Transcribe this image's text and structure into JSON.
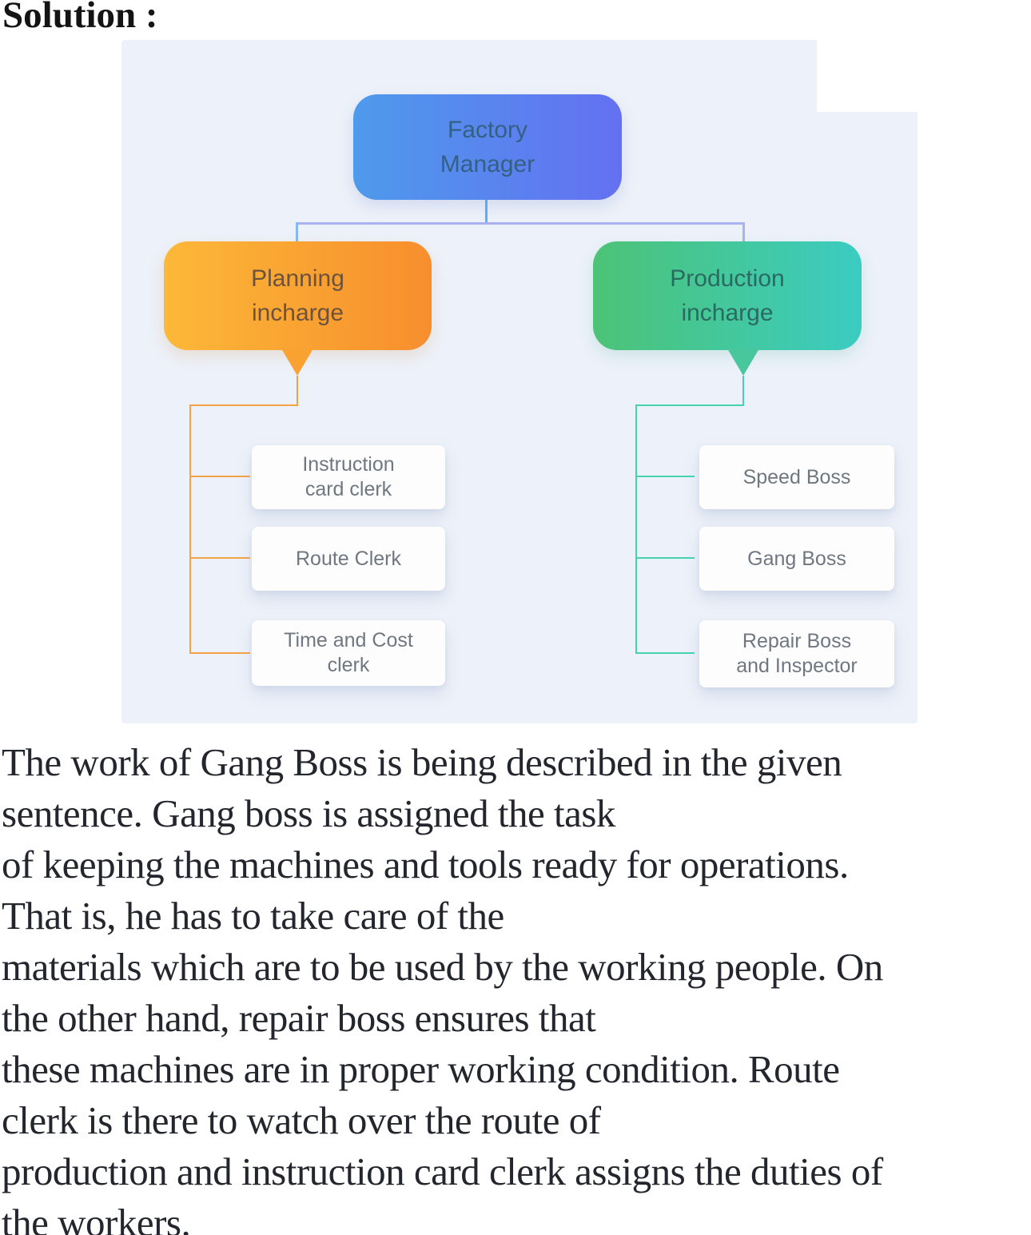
{
  "heading": "Solution :",
  "diagram": {
    "type": "org-chart",
    "root": {
      "label": "Factory\nManager"
    },
    "planning": {
      "label": "Planning\nincharge",
      "children": [
        {
          "label": "Instruction\ncard clerk"
        },
        {
          "label": "Route Clerk"
        },
        {
          "label": "Time and Cost\nclerk"
        }
      ]
    },
    "production": {
      "label": "Production\nincharge",
      "children": [
        {
          "label": "Speed Boss"
        },
        {
          "label": "Gang Boss"
        },
        {
          "label": "Repair Boss\nand Inspector"
        }
      ]
    },
    "colors": {
      "panel_bg": "#edf1f9",
      "root_gradient": [
        "#4e9aec",
        "#6470f1"
      ],
      "planning_gradient": [
        "#fcb838",
        "#f78e2d"
      ],
      "production_gradient": [
        "#4cc376",
        "#3bccc2"
      ],
      "root_text": "#336083",
      "planning_text": "#6d533c",
      "production_text": "#2b6a60",
      "leaf_text": "#6f7781",
      "connector_blue": "#a9b2ee",
      "connector_blue_stub": "#5ab2f4",
      "connector_orange": "#f3a244",
      "connector_teal": "#44d2af"
    }
  },
  "body": {
    "lines": [
      "The work of Gang Boss is being described in the given",
      "sentence. Gang boss is assigned the task",
      "of keeping the machines and tools ready for operations.",
      "That is, he has to take care of the",
      "materials which are to be used by the working people. On",
      "the other hand, repair boss ensures that",
      "these machines are in proper working condition. Route",
      "clerk is there to watch over the route of",
      "production and instruction card clerk assigns the duties of",
      "the workers."
    ]
  }
}
